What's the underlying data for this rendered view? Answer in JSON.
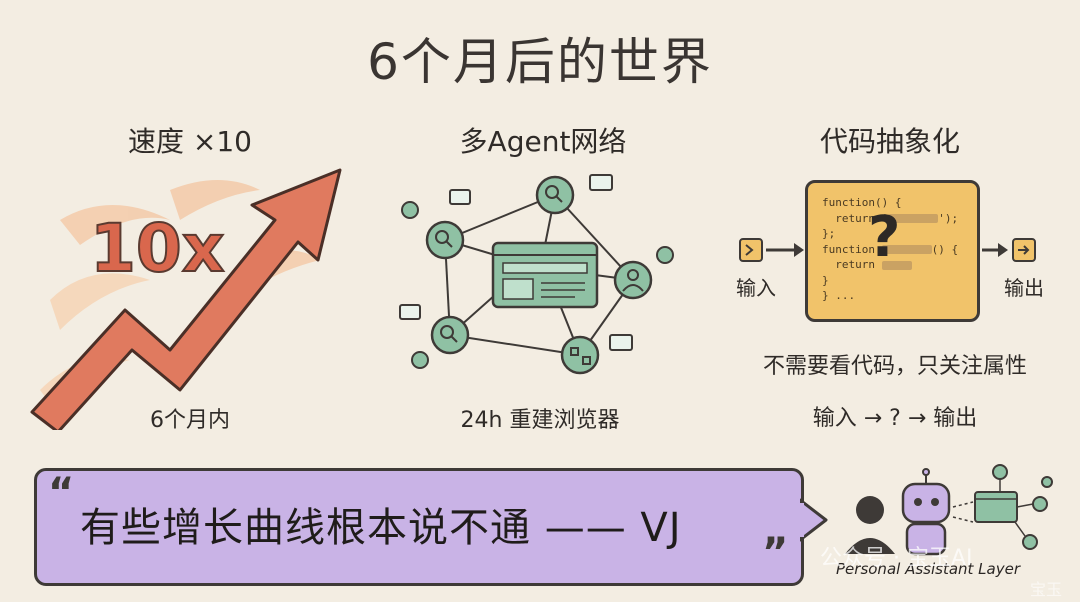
{
  "title": "6个月后的世界",
  "sections": [
    {
      "heading": "速度 ×10",
      "big_label": "10x",
      "caption": "6个月内"
    },
    {
      "heading": "多Agent网络",
      "caption": "24h 重建浏览器"
    },
    {
      "heading": "代码抽象化",
      "code_lines": [
        "function() {",
        "  return '",
        "};",
        "function",
        "  return",
        "}",
        "} ..."
      ],
      "code_q": "?",
      "input_label": "输入",
      "output_label": "输出",
      "caption1": "不需要看代码，只关注属性",
      "caption2": "输入 → ? → 输出"
    }
  ],
  "quote": {
    "open_mark": "“",
    "text": "有些增长曲线根本说不通 —— VJ",
    "close_mark": "”"
  },
  "footer": {
    "layer_label": "Personal Assistant Layer",
    "watermark": "公众号 · 宝玉AI",
    "watermark2": "宝玉"
  },
  "colors": {
    "bg": "#f3ede2",
    "arrow": "#e07a5f",
    "node": "#8fc1a4",
    "code": "#f1c36a",
    "quote": "#c9b3e6"
  }
}
